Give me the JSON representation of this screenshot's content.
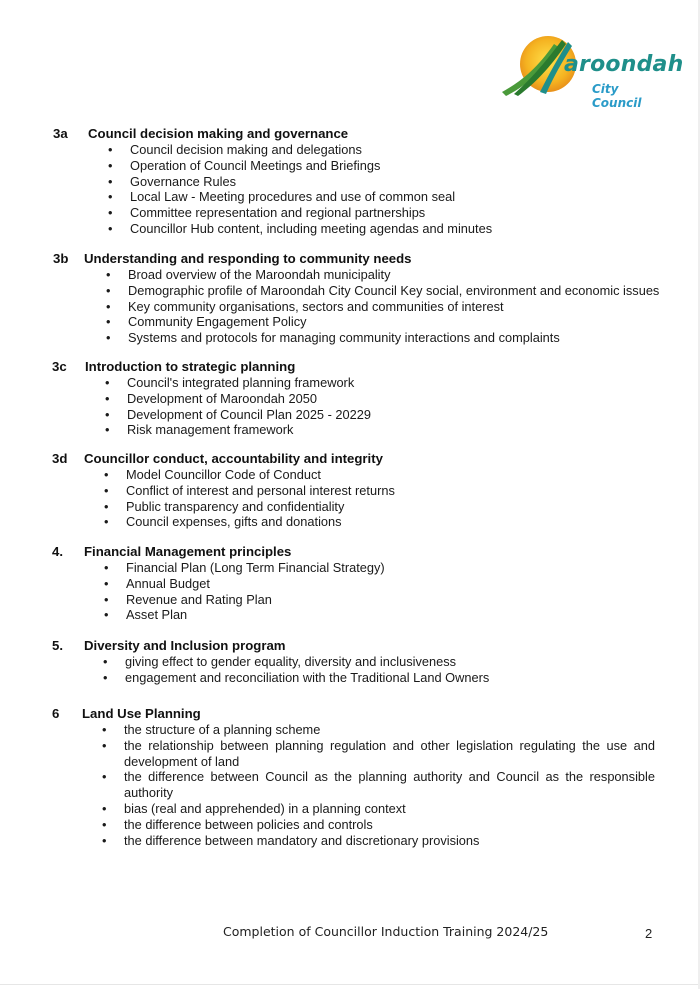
{
  "logo": {
    "word": "aroondah",
    "sub": "City Council"
  },
  "sections": [
    {
      "num": "3a",
      "title": "Council decision making and governance",
      "items": [
        "Council decision making and delegations",
        "Operation of Council Meetings and Briefings",
        "Governance Rules",
        "Local Law - Meeting procedures and use of common seal",
        "Committee representation and regional partnerships",
        "Councillor Hub content, including meeting agendas and minutes"
      ]
    },
    {
      "num": "3b",
      "title": "Understanding and responding to community needs",
      "items": [
        "Broad overview of the Maroondah municipality",
        "Demographic profile of Maroondah City Council Key social, environment and economic issues",
        "Key community organisations, sectors and communities of interest",
        "Community Engagement Policy",
        "Systems and protocols for managing community interactions and complaints"
      ]
    },
    {
      "num": "3c",
      "title": "Introduction to strategic planning",
      "items": [
        "Council's integrated planning framework",
        "Development of Maroondah 2050",
        "Development of Council Plan 2025 - 20229",
        "Risk management framework"
      ]
    },
    {
      "num": "3d",
      "title": "Councillor conduct, accountability and integrity",
      "items": [
        "Model Councillor Code of Conduct",
        "Conflict of interest and personal interest returns",
        "Public transparency and confidentiality",
        "Council expenses, gifts and donations"
      ]
    },
    {
      "num": "4.",
      "title": "Financial Management principles",
      "items": [
        "Financial Plan (Long Term Financial Strategy)",
        "Annual Budget",
        "Revenue and Rating Plan",
        "Asset Plan"
      ]
    },
    {
      "num": "5.",
      "title": "Diversity and Inclusion program",
      "items": [
        "giving effect to gender equality, diversity and inclusiveness",
        "engagement and reconciliation with the Traditional Land Owners"
      ]
    },
    {
      "num": "6",
      "title": "Land Use Planning",
      "items": [
        "the structure of a planning scheme",
        "the relationship between planning regulation and other legislation regulating the use and development of land",
        "the difference between Council as the planning authority and Council as the responsible authority",
        "bias (real and apprehended) in a planning context",
        "the difference between policies and controls",
        "the difference between mandatory and discretionary provisions"
      ]
    }
  ],
  "footer": {
    "text": "Completion of Councillor Induction Training 2024/25",
    "page": "2"
  }
}
